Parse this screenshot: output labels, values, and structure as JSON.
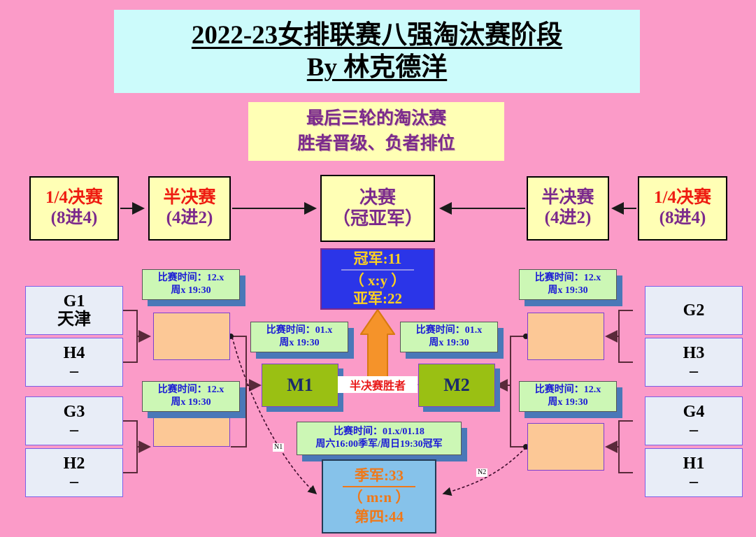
{
  "title": {
    "line1": "2022-23女排联赛八强淘汰赛阶段",
    "line2": "By 林克德洋"
  },
  "subtitle": {
    "line1": "最后三轮的淘汰赛",
    "line2": "胜者晋级、负者排位"
  },
  "rounds": {
    "qf_left": {
      "line1": "1/4决赛",
      "line2": "(8进4)"
    },
    "sf_left": {
      "line1": "半决赛",
      "line2": "(4进2)"
    },
    "final": {
      "line1": "决赛",
      "line2": "（冠亚军）"
    },
    "sf_right": {
      "line1": "半决赛",
      "line2": "(4进2)"
    },
    "qf_right": {
      "line1": "1/4决赛",
      "line2": "(8进4)"
    }
  },
  "champion": {
    "first": "冠军:11",
    "score": "（ x:y ）",
    "second": "亚军:22"
  },
  "third_place": {
    "third": "季军:33",
    "score": "（ m:n ）",
    "fourth": "第四:44"
  },
  "teams_left": [
    {
      "code": "G1",
      "name": "天津"
    },
    {
      "code": "H4",
      "name": "–"
    },
    {
      "code": "G3",
      "name": "–"
    },
    {
      "code": "H2",
      "name": "–"
    }
  ],
  "teams_right": [
    {
      "code": "G2",
      "name": ""
    },
    {
      "code": "H3",
      "name": "–"
    },
    {
      "code": "G4",
      "name": "–"
    },
    {
      "code": "H1",
      "name": "–"
    }
  ],
  "time_labels": {
    "qf_left_top": {
      "line1": "比赛时间：12.x",
      "line2": "周x 19:30"
    },
    "qf_left_bottom": {
      "line1": "比赛时间：12.x",
      "line2": "周x 19:30"
    },
    "sf_left": {
      "line1": "比赛时间：01.x",
      "line2": "周x 19:30"
    },
    "sf_right": {
      "line1": "比赛时间：01.x",
      "line2": "周x 19:30"
    },
    "qf_right_top": {
      "line1": "比赛时间：12.x",
      "line2": "周x 19:30"
    },
    "qf_right_bottom": {
      "line1": "比赛时间：12.x",
      "line2": "周x 19:30"
    },
    "final": {
      "line1": "比赛时间：01.x/01.18",
      "line2": "周六16:00季军/周日19:30冠军"
    }
  },
  "match_boxes": {
    "m1": "M1",
    "m2": "M2"
  },
  "labels": {
    "sf_winner": "半决赛胜者",
    "n1": "N1",
    "n2": "N2"
  },
  "colors": {
    "background": "#fb9bc8",
    "title_bg": "#ccfbfb",
    "subtitle_bg": "#ffffb5",
    "round_bg": "#ffffb5",
    "champion_bg": "#2b35e8",
    "champion_text": "#ffd21e",
    "third_bg": "#86c2ea",
    "third_text": "#f07818",
    "team_bg": "#e8edf7",
    "slot_bg": "#fcc896",
    "match_bg": "#9ac013",
    "time_bg": "#ccf7b5",
    "time_text": "#1a1ad6",
    "accent_red": "#ee1c11",
    "accent_purple": "#7b2a8c",
    "arrow_orange": "#f5932a"
  }
}
